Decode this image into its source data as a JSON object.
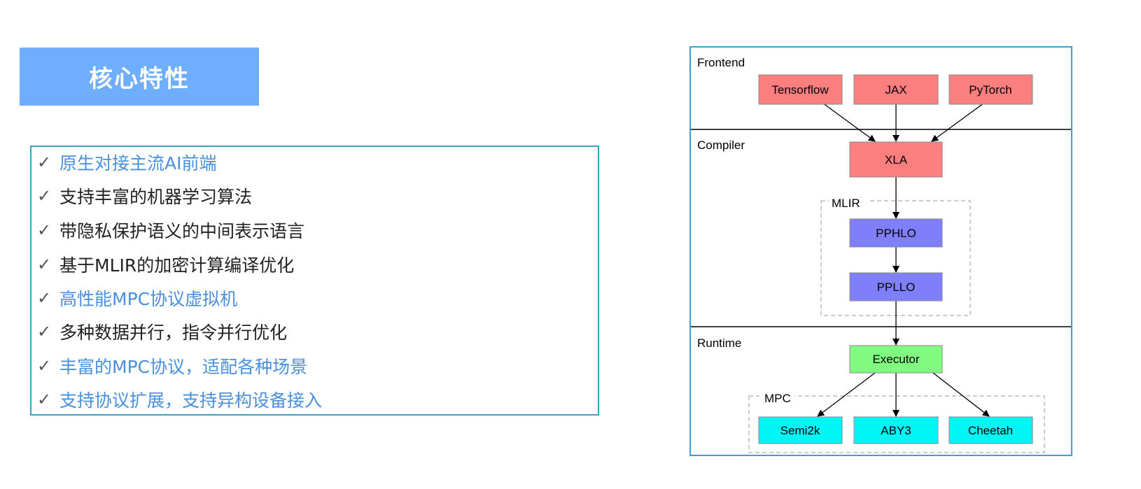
{
  "title": "核心特性",
  "features": [
    {
      "text": "原生对接主流AI前端",
      "highlight": true
    },
    {
      "text": "支持丰富的机器学习算法",
      "highlight": false
    },
    {
      "text": "带隐私保护语义的中间表示语言",
      "highlight": false
    },
    {
      "text": "基于MLIR的加密计算编译优化",
      "highlight": false
    },
    {
      "text": "高性能MPC协议虚拟机",
      "highlight": true
    },
    {
      "text": "多种数据并行，指令并行优化",
      "highlight": false
    },
    {
      "text": "丰富的MPC协议，适配各种场景",
      "highlight": true
    },
    {
      "text": "支持协议扩展，支持异构设备接入",
      "highlight": true
    }
  ],
  "check_icon": "✓",
  "diagram": {
    "sections": {
      "frontend": "Frontend",
      "compiler": "Compiler",
      "runtime": "Runtime"
    },
    "groups": {
      "mlir": "MLIR",
      "mpc": "MPC"
    },
    "nodes": {
      "tensorflow": "Tensorflow",
      "jax": "JAX",
      "pytorch": "PyTorch",
      "xla": "XLA",
      "pphlo": "PPHLO",
      "pplo": "PPLLO",
      "executor": "Executor",
      "semi2k": "Semi2k",
      "aby3": "ABY3",
      "cheetah": "Cheetah"
    },
    "colors": {
      "frontend": "#fb7f7f",
      "ir": "#7f7ffb",
      "runtime": "#80fb80",
      "mpc": "#00f5f5",
      "frame": "#3aa0d8"
    }
  }
}
